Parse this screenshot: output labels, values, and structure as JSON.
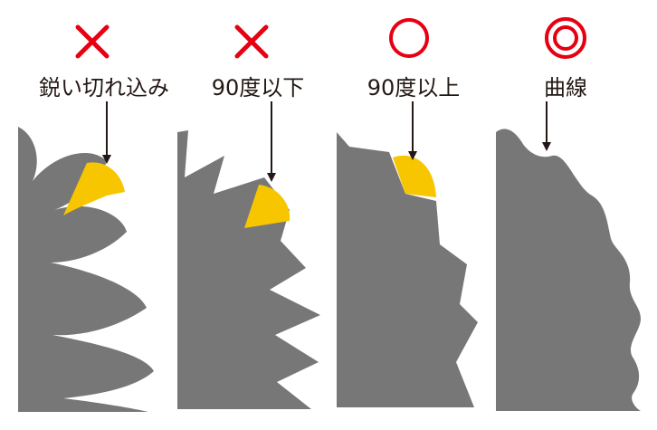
{
  "colors": {
    "shape": "#777777",
    "highlight": "#f7c600",
    "bad_mark": "#e60012",
    "good_mark": "#e60012",
    "arrow": "#231815",
    "text": "#231815"
  },
  "panels": [
    {
      "mark": "cross-icon",
      "caption": "鋭い切れ込み"
    },
    {
      "mark": "cross-icon",
      "caption": "90度以下"
    },
    {
      "mark": "circle-icon",
      "caption": "90度以上"
    },
    {
      "mark": "double-circle-icon",
      "caption": "曲線"
    }
  ]
}
